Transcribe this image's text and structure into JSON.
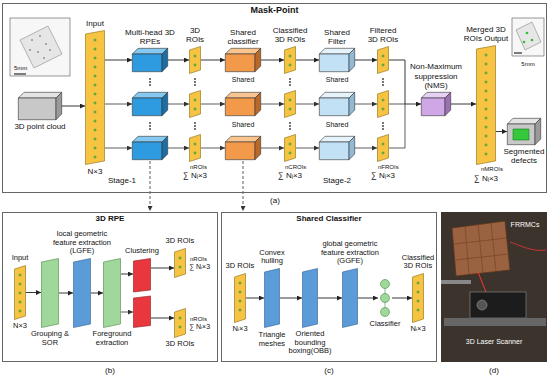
{
  "diagram": {
    "nodes": [
      {
        "text": [
          "Mask-Point"
        ]
      },
      {
        "text": [
          "3D point cloud"
        ],
        "in": 0
      },
      {
        "text": [
          "Input",
          "N×3"
        ],
        "in": 0
      },
      {
        "text": [
          "Multi-head 3D RPEs"
        ],
        "in": 0
      },
      {
        "text": [
          "3D ROIs"
        ],
        "in": 0
      },
      {
        "text": [
          "Shared classifier"
        ],
        "in": 0
      },
      {
        "text": [
          "Classified 3D ROIs"
        ],
        "in": 0
      },
      {
        "text": [
          "Shared Filter"
        ],
        "in": 0
      },
      {
        "text": [
          "Filtered 3D ROIs"
        ],
        "in": 0
      },
      {
        "text": [
          "Non-Maximum suppression (NMS)"
        ],
        "in": 0
      },
      {
        "text": [
          "Merged 3D ROIs Output"
        ],
        "in": 0
      },
      {
        "text": [
          "Segmented defects"
        ],
        "in": 0
      },
      {
        "text": [
          "3D RPE"
        ]
      },
      {
        "text": [
          "Input",
          "N×3"
        ],
        "in": 12
      },
      {
        "text": [
          "Grouping & SOR"
        ],
        "in": 12
      },
      {
        "text": [
          "local geometric feature extraction (LGFE)"
        ],
        "in": 12
      },
      {
        "text": [
          "Foreground extraction"
        ],
        "in": 12
      },
      {
        "text": [
          "Clustering"
        ],
        "in": 12
      },
      {
        "text": [
          "3D ROIs"
        ],
        "in": 12
      },
      {
        "text": [
          "3D ROIs"
        ],
        "in": 12
      },
      {
        "text": [
          "Shared Classifier"
        ]
      },
      {
        "text": [
          "3D ROIs",
          "Nᵢ×3"
        ],
        "in": 20
      },
      {
        "text": [
          "Convex hulling"
        ],
        "in": 20
      },
      {
        "text": [
          "Oriented bounding boxing(OBB)"
        ],
        "in": 20
      },
      {
        "text": [
          "global geometric feature extraction (GGFE)"
        ],
        "in": 20
      },
      {
        "text": [
          "Classifier"
        ],
        "in": 20
      },
      {
        "text": [
          "Classified 3D ROIs",
          "Nᵢ×3"
        ],
        "in": 20
      }
    ],
    "edges": [
      {
        "from": 1,
        "to": 2,
        "arrow": "to"
      },
      {
        "from": 2,
        "to": 3,
        "arrow": "to"
      },
      {
        "from": 3,
        "to": 4,
        "arrow": "to"
      },
      {
        "from": 4,
        "to": 5,
        "arrow": "to"
      },
      {
        "from": 5,
        "to": 6,
        "arrow": "to"
      },
      {
        "from": 6,
        "to": 7,
        "arrow": "to"
      },
      {
        "from": 7,
        "to": 8,
        "arrow": "to"
      },
      {
        "from": 8,
        "to": 9,
        "arrow": "to"
      },
      {
        "from": 9,
        "to": 10,
        "arrow": "to"
      },
      {
        "from": 10,
        "to": 11,
        "arrow": "to"
      },
      {
        "from": 13,
        "to": 14,
        "arrow": "to"
      },
      {
        "from": 14,
        "to": 15,
        "arrow": "to"
      },
      {
        "from": 15,
        "to": 16,
        "arrow": "to"
      },
      {
        "from": 16,
        "to": 17,
        "arrow": "to"
      },
      {
        "from": 17,
        "to": 18,
        "arrow": "to"
      },
      {
        "from": 17,
        "to": 19,
        "arrow": "to"
      },
      {
        "from": 21,
        "to": 22,
        "arrow": "to"
      },
      {
        "from": 22,
        "to": 23,
        "arrow": "to"
      },
      {
        "from": 23,
        "to": 24,
        "arrow": "to"
      },
      {
        "from": 24,
        "to": 25,
        "arrow": "to"
      },
      {
        "from": 25,
        "to": 26,
        "arrow": "to"
      }
    ],
    "labels": [
      "5mm",
      "5mm",
      "Shared",
      "Shared",
      "Shared",
      "Shared",
      "Stage-1",
      "Stage-2",
      "nROIs",
      "∑ Nᵢ×3",
      "nCROIs",
      "∑ Nᵢ×3",
      "nFROIs",
      "∑ Nᵢ×3",
      "nMROIs",
      "∑ Nᵢ×3",
      "nROIs",
      "∑ Nᵢ×3",
      "nROIs",
      "∑ Nᵢ×3",
      "Triangle meshes",
      "(a)",
      "(b)",
      "(c)",
      "FRRMCs",
      "3D Laser Scanner",
      "(d)"
    ]
  }
}
